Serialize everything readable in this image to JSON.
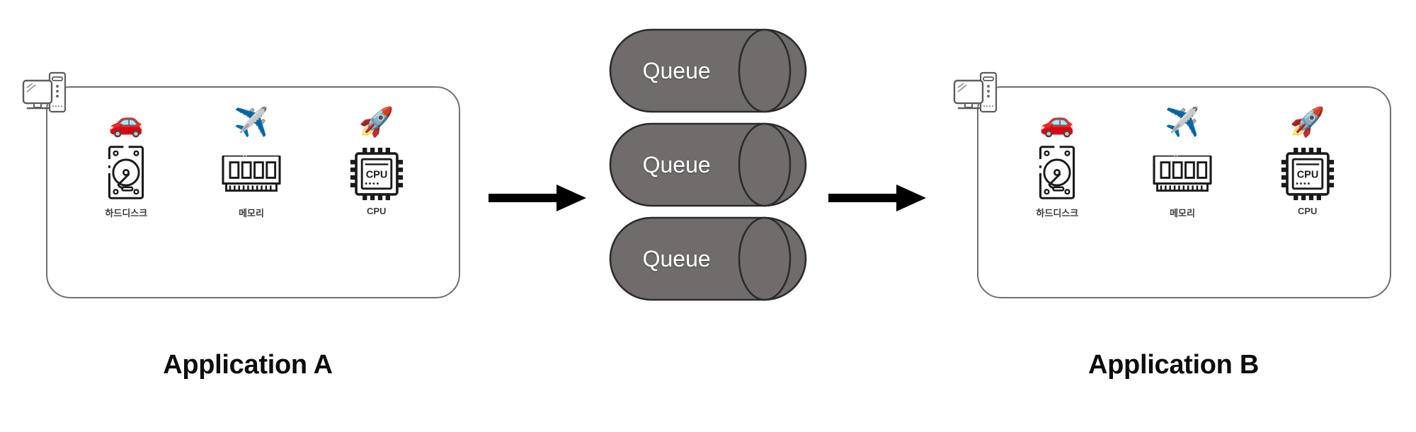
{
  "diagram": {
    "type": "architecture-diagram",
    "background": "#ffffff",
    "colors": {
      "panel_border": "#6f6f6f",
      "queue_fill": "#706c6c",
      "queue_stroke": "#2b2b2b",
      "queue_text": "#ffffff",
      "arrow": "#000000",
      "caption_text": "#0d0d0d",
      "hw_label_text": "#3a3a3a"
    },
    "applications": [
      {
        "id": "app-a",
        "caption": "Application A",
        "computer_icon": "desktop-computer-icon",
        "components": [
          {
            "emoji": "🚗",
            "emoji_name": "car-emoji",
            "icon": "hard-disk-icon",
            "label": "하드디스크"
          },
          {
            "emoji": "✈️",
            "emoji_name": "airplane-emoji",
            "icon": "memory-ram-icon",
            "label": "메모리"
          },
          {
            "emoji": "🚀",
            "emoji_name": "rocket-emoji",
            "icon": "cpu-chip-icon",
            "label": "CPU"
          }
        ]
      },
      {
        "id": "app-b",
        "caption": "Application B",
        "computer_icon": "desktop-computer-icon",
        "components": [
          {
            "emoji": "🚗",
            "emoji_name": "car-emoji",
            "icon": "hard-disk-icon",
            "label": "하드디스크"
          },
          {
            "emoji": "✈️",
            "emoji_name": "airplane-emoji",
            "icon": "memory-ram-icon",
            "label": "메모리"
          },
          {
            "emoji": "🚀",
            "emoji_name": "rocket-emoji",
            "icon": "cpu-chip-icon",
            "label": "CPU"
          }
        ]
      }
    ],
    "queues": [
      {
        "id": "queue-top",
        "label": "Queue"
      },
      {
        "id": "queue-middle",
        "label": "Queue"
      },
      {
        "id": "queue-bottom",
        "label": "Queue"
      }
    ],
    "arrows": [
      {
        "id": "arrow-a-to-queue",
        "direction": "right"
      },
      {
        "id": "arrow-queue-to-b",
        "direction": "right"
      }
    ]
  }
}
